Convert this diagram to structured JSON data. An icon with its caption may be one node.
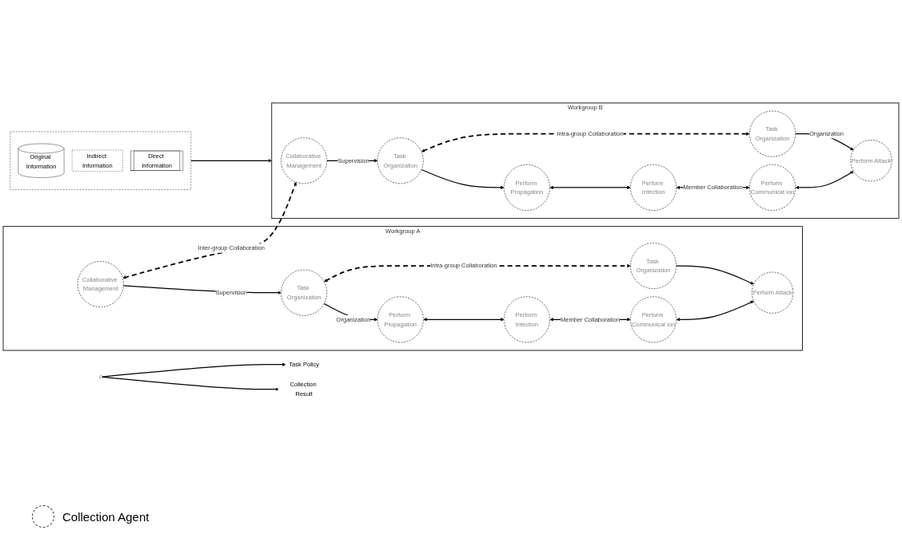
{
  "diagram": {
    "nodes": [
      {
        "text": [
          "Task Policy"
        ]
      },
      {
        "text": [],
        "shape": "diamond"
      },
      {
        "text": [
          "Collection Result"
        ]
      },
      {
        "text": [
          "Workgroup A"
        ]
      },
      {
        "text": [
          "Collaborative Management"
        ],
        "in": 3
      },
      {
        "text": [
          "Task Organization"
        ],
        "in": 3
      },
      {
        "text": [
          "Task Organization"
        ],
        "in": 3
      },
      {
        "text": [
          "Perform Propagation"
        ],
        "in": 3
      },
      {
        "text": [
          "Perform Infection"
        ],
        "in": 3
      },
      {
        "text": [
          "Perform Communicat ion"
        ],
        "in": 3
      },
      {
        "text": [
          "Perform Attack"
        ],
        "in": 3
      },
      {
        "text": [
          "Workgroup B"
        ]
      },
      {
        "text": [
          "Collaborative Management"
        ],
        "in": 11
      },
      {
        "text": [
          "Task Organization"
        ],
        "in": 11
      },
      {
        "text": [
          "Task Organization"
        ],
        "in": 11
      },
      {
        "text": [
          "Perform Propagation"
        ],
        "in": 11
      },
      {
        "text": [
          "Perform Infection"
        ],
        "in": 11
      },
      {
        "text": [
          "Perform Communicat ion"
        ],
        "in": 11
      },
      {
        "text": [
          "Perform Attack"
        ],
        "in": 11
      },
      {
        "text": [],
        "shape": "trapezoid"
      },
      {
        "text": [
          "Original Information"
        ],
        "in": 19
      },
      {
        "text": [
          "Indirect Information"
        ],
        "in": 19
      },
      {
        "text": [
          "Direct Information"
        ],
        "in": 19
      }
    ],
    "edges": [
      {
        "from": 1,
        "to": 0,
        "arrow": "to"
      },
      {
        "from": 1,
        "to": 2,
        "arrow": "to"
      },
      {
        "from": 4,
        "to": 12,
        "arrow": "both",
        "label": "Inter-group Collaboration",
        "style": "dashed"
      },
      {
        "from": 4,
        "to": 5,
        "arrow": "to",
        "label": "Supervision"
      },
      {
        "from": 5,
        "to": 6,
        "arrow": "both",
        "label": "Intra-group Collaboration",
        "style": "dashed"
      },
      {
        "from": 5,
        "to": 7,
        "arrow": "to",
        "label": "Organization"
      },
      {
        "from": 6,
        "to": 10,
        "arrow": "to"
      },
      {
        "from": 7,
        "to": 8,
        "arrow": "both"
      },
      {
        "from": 8,
        "to": 9,
        "arrow": "both",
        "label": "Member Collaboration"
      },
      {
        "from": 9,
        "to": 10,
        "arrow": "both"
      },
      {
        "from": 12,
        "to": 13,
        "arrow": "to",
        "label": "Supervision"
      },
      {
        "from": 13,
        "to": 14,
        "arrow": "both",
        "label": "Intra-group Collaboration",
        "style": "dashed"
      },
      {
        "from": 13,
        "to": 15,
        "arrow": "to"
      },
      {
        "from": 14,
        "to": 18,
        "arrow": "to",
        "label": "Organization"
      },
      {
        "from": 15,
        "to": 16,
        "arrow": "both"
      },
      {
        "from": 16,
        "to": 17,
        "arrow": "both",
        "label": "Member Collaboration"
      },
      {
        "from": 17,
        "to": 18,
        "arrow": "both"
      },
      {
        "from": 19,
        "to": 11,
        "arrow": "to"
      }
    ],
    "legend": [
      {
        "text": "Collection Agent"
      }
    ]
  }
}
